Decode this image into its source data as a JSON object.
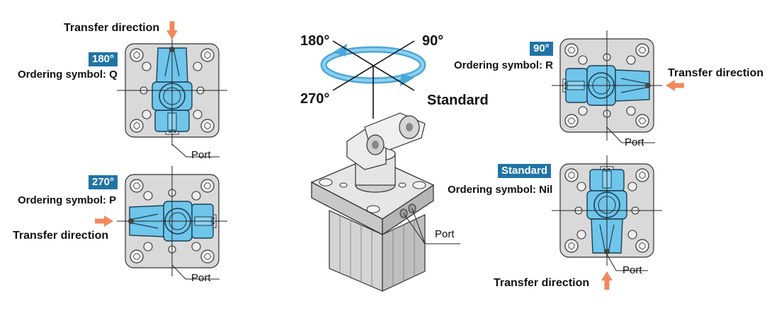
{
  "colors": {
    "clamp": "#6fc5ea",
    "clamp_outline": "#1b3e55",
    "plate": "#d8d8d8",
    "arrow": "#f08a5d",
    "badge": "#1f74a6",
    "rotation_ring": "#4aa8d8"
  },
  "center": {
    "angle_180": "180°",
    "angle_90": "90°",
    "angle_270": "270°",
    "angle_standard": "Standard",
    "port": "Port"
  },
  "views": {
    "top_left": {
      "badge": "180°",
      "ordering": "Ordering symbol: Q",
      "transfer": "Transfer direction",
      "port": "Port"
    },
    "bottom_left": {
      "badge": "270°",
      "ordering": "Ordering symbol: P",
      "transfer": "Transfer direction",
      "port": "Port"
    },
    "top_right": {
      "badge": "90°",
      "ordering": "Ordering symbol: R",
      "transfer": "Transfer direction",
      "port": "Port"
    },
    "bottom_right": {
      "badge": "Standard",
      "ordering": "Ordering symbol: Nil",
      "transfer": "Transfer direction",
      "port": "Port"
    }
  }
}
